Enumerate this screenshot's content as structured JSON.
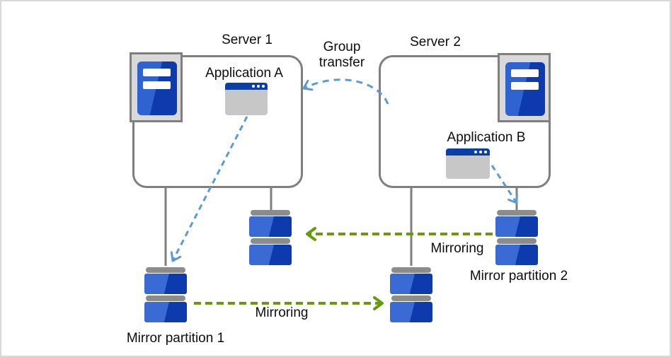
{
  "page": {
    "background": "#ffffff",
    "frame_border": "#d9d9d9"
  },
  "colors": {
    "gray_border": "#7f7f7f",
    "icon_bg": "#d9d9d9",
    "bar_gray": "#8c8c8c",
    "tower_light": "#2e63d1",
    "disk_light": "#3a6bd5",
    "disk_dark": "#0d3aad",
    "titlebar_blue": "#0b3fa6",
    "window_gray": "#c7c7c7",
    "arrow_blue": "#5b9bd5",
    "arrow_green": "#679b0b"
  },
  "servers": [
    {
      "name": "Server 1",
      "application_label": "Application A"
    },
    {
      "name": "Server 2",
      "application_label": "Application B"
    }
  ],
  "annotations": {
    "group_transfer_line1": "Group",
    "group_transfer_line2": "transfer",
    "mirroring_bottom": "Mirroring",
    "mirroring_top": "Mirroring",
    "mirror_partition_1": "Mirror partition 1",
    "mirror_partition_2": "Mirror partition 2"
  },
  "icons": [
    "server-tower-icon",
    "app-window-icon",
    "disk-stack-icon",
    "dashed-arrow-blue",
    "dashed-arrow-green"
  ]
}
